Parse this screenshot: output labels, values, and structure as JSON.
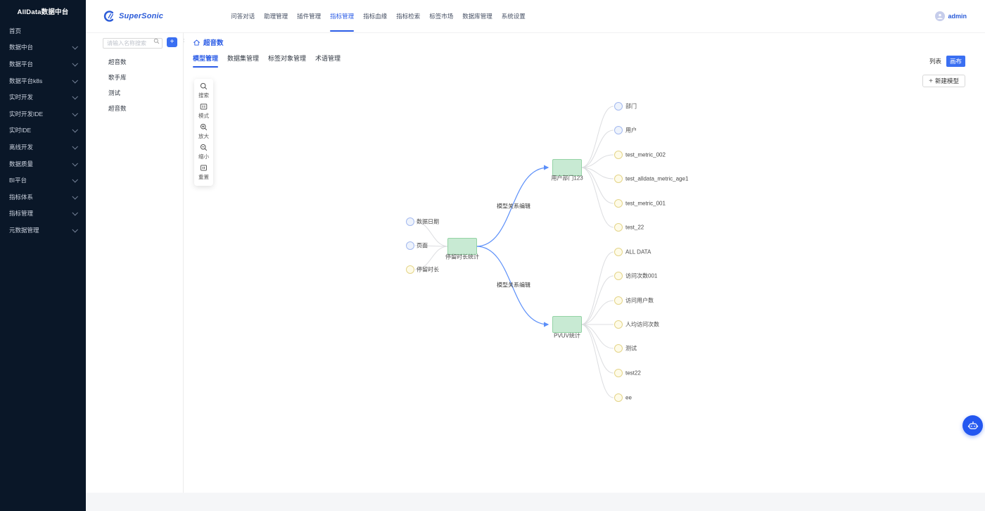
{
  "outer_sidebar": {
    "title": "AllData数据中台",
    "home": "首页",
    "items": [
      "数据中台",
      "数据平台",
      "数据平台k8s",
      "实时开发",
      "实时开发IDE",
      "实时IDE",
      "离线开发",
      "数据质量",
      "BI平台",
      "指标体系",
      "指标管理",
      "元数据管理"
    ]
  },
  "topnav": {
    "brand": "SuperSonic",
    "items": [
      "问答对话",
      "助理管理",
      "插件管理",
      "指标管理",
      "指标血缘",
      "指标检索",
      "标签市场",
      "数据库管理",
      "系统设置"
    ],
    "active_item": "指标管理",
    "admin_label": "admin"
  },
  "model_list_panel": {
    "search_placeholder": "请输入名称搜索",
    "items": [
      "超音数",
      "歌手库",
      "测试",
      "超音数"
    ]
  },
  "page": {
    "breadcrumb": "超音数",
    "tabs": [
      "模型管理",
      "数据集管理",
      "标签对象管理",
      "术语管理"
    ],
    "active_tab": "模型管理",
    "view_list": "列表",
    "view_canvas": "画布",
    "new_model": "新建模型"
  },
  "canvas_toolbar": {
    "items": [
      {
        "icon": "search-icon",
        "label": "搜索"
      },
      {
        "icon": "mode-icon",
        "label": "模式"
      },
      {
        "icon": "zoom-in-icon",
        "label": "放大"
      },
      {
        "icon": "zoom-out-icon",
        "label": "缩小"
      },
      {
        "icon": "reset-icon",
        "label": "重置"
      }
    ]
  },
  "graph": {
    "edge_label": "模型关系编辑",
    "left_nodes": [
      {
        "label": "数据日期",
        "type": "dimension"
      },
      {
        "label": "页面",
        "type": "dimension"
      },
      {
        "label": "停留时长",
        "type": "metric"
      }
    ],
    "model_nodes": [
      "停留时长统计",
      "用户部门123",
      "PVUV统计"
    ],
    "top_leaves": [
      {
        "label": "部门",
        "type": "dimension"
      },
      {
        "label": "用户",
        "type": "dimension"
      },
      {
        "label": "test_metric_002",
        "type": "metric"
      },
      {
        "label": "test_alldata_metric_age1",
        "type": "metric"
      },
      {
        "label": "test_metric_001",
        "type": "metric"
      },
      {
        "label": "test_22",
        "type": "metric"
      }
    ],
    "bottom_leaves": [
      {
        "label": "ALL DATA",
        "type": "metric"
      },
      {
        "label": "访问次数001",
        "type": "metric"
      },
      {
        "label": "访问用户数",
        "type": "metric"
      },
      {
        "label": "人均访问次数",
        "type": "metric"
      },
      {
        "label": "测试",
        "type": "metric"
      },
      {
        "label": "test22",
        "type": "metric"
      },
      {
        "label": "ee",
        "type": "metric"
      }
    ]
  },
  "icons": {
    "plus": "+",
    "collapse": "‹"
  },
  "colors": {
    "accent": "#2b5ce6",
    "sidebar_bg": "#0a1728",
    "canvas_chip_bg": "#3a6ff2",
    "model_fill": "#c8ead3",
    "model_border": "#94d3a5",
    "dimension_fill": "#eef3fc",
    "dimension_border": "#a3b9ef",
    "metric_fill": "#fefbe8",
    "metric_border": "#e4d488",
    "edge_blue": "#5b8ff9",
    "edge_gray": "#dcdde0",
    "robot_bg": "#2357f0"
  }
}
